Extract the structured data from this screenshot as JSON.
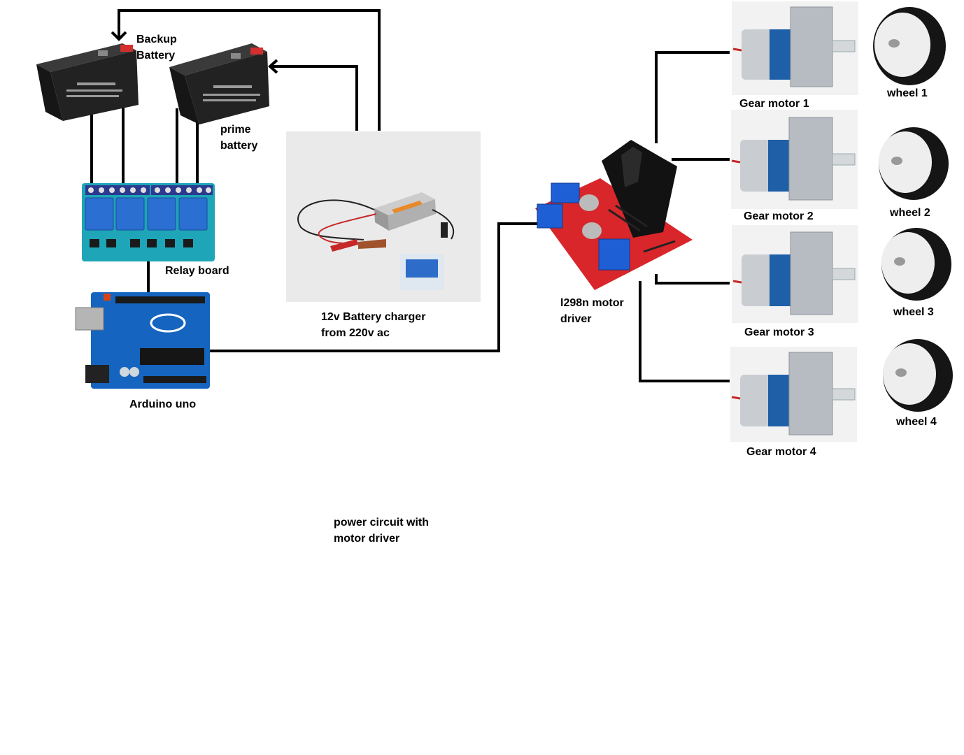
{
  "labels": {
    "backup_battery": [
      "Backup",
      "Battery"
    ],
    "prime_battery": [
      "prime",
      "battery"
    ],
    "relay_board": "Relay board",
    "arduino": "Arduino uno",
    "charger": [
      "12v Battery charger",
      "from 220v ac"
    ],
    "motor_driver": [
      "l298n motor",
      "driver"
    ],
    "caption": [
      "power circuit with",
      "motor driver"
    ]
  },
  "motors": [
    {
      "label": "Gear motor 1",
      "wheel": "wheel 1"
    },
    {
      "label": "Gear motor 2",
      "wheel": "wheel 2"
    },
    {
      "label": "Gear motor 3",
      "wheel": "wheel 3"
    },
    {
      "label": "Gear motor 4",
      "wheel": "wheel 4"
    }
  ],
  "colors": {
    "wire": "#000000",
    "battery": "#1f1f1f",
    "relay_board": "#1ea5b8",
    "relay": "#2a6fd1",
    "arduino": "#1565c0",
    "driver_board": "#d8262a",
    "heatsink": "#111111",
    "terminal": "#1f5fd6",
    "motor_can": "#c9cdd2",
    "motor_label": "#1f5fa8",
    "gearbox": "#b7bcc2",
    "tire": "#151515",
    "hub": "#eeeeee",
    "charger_bg": "#eaeaea"
  }
}
